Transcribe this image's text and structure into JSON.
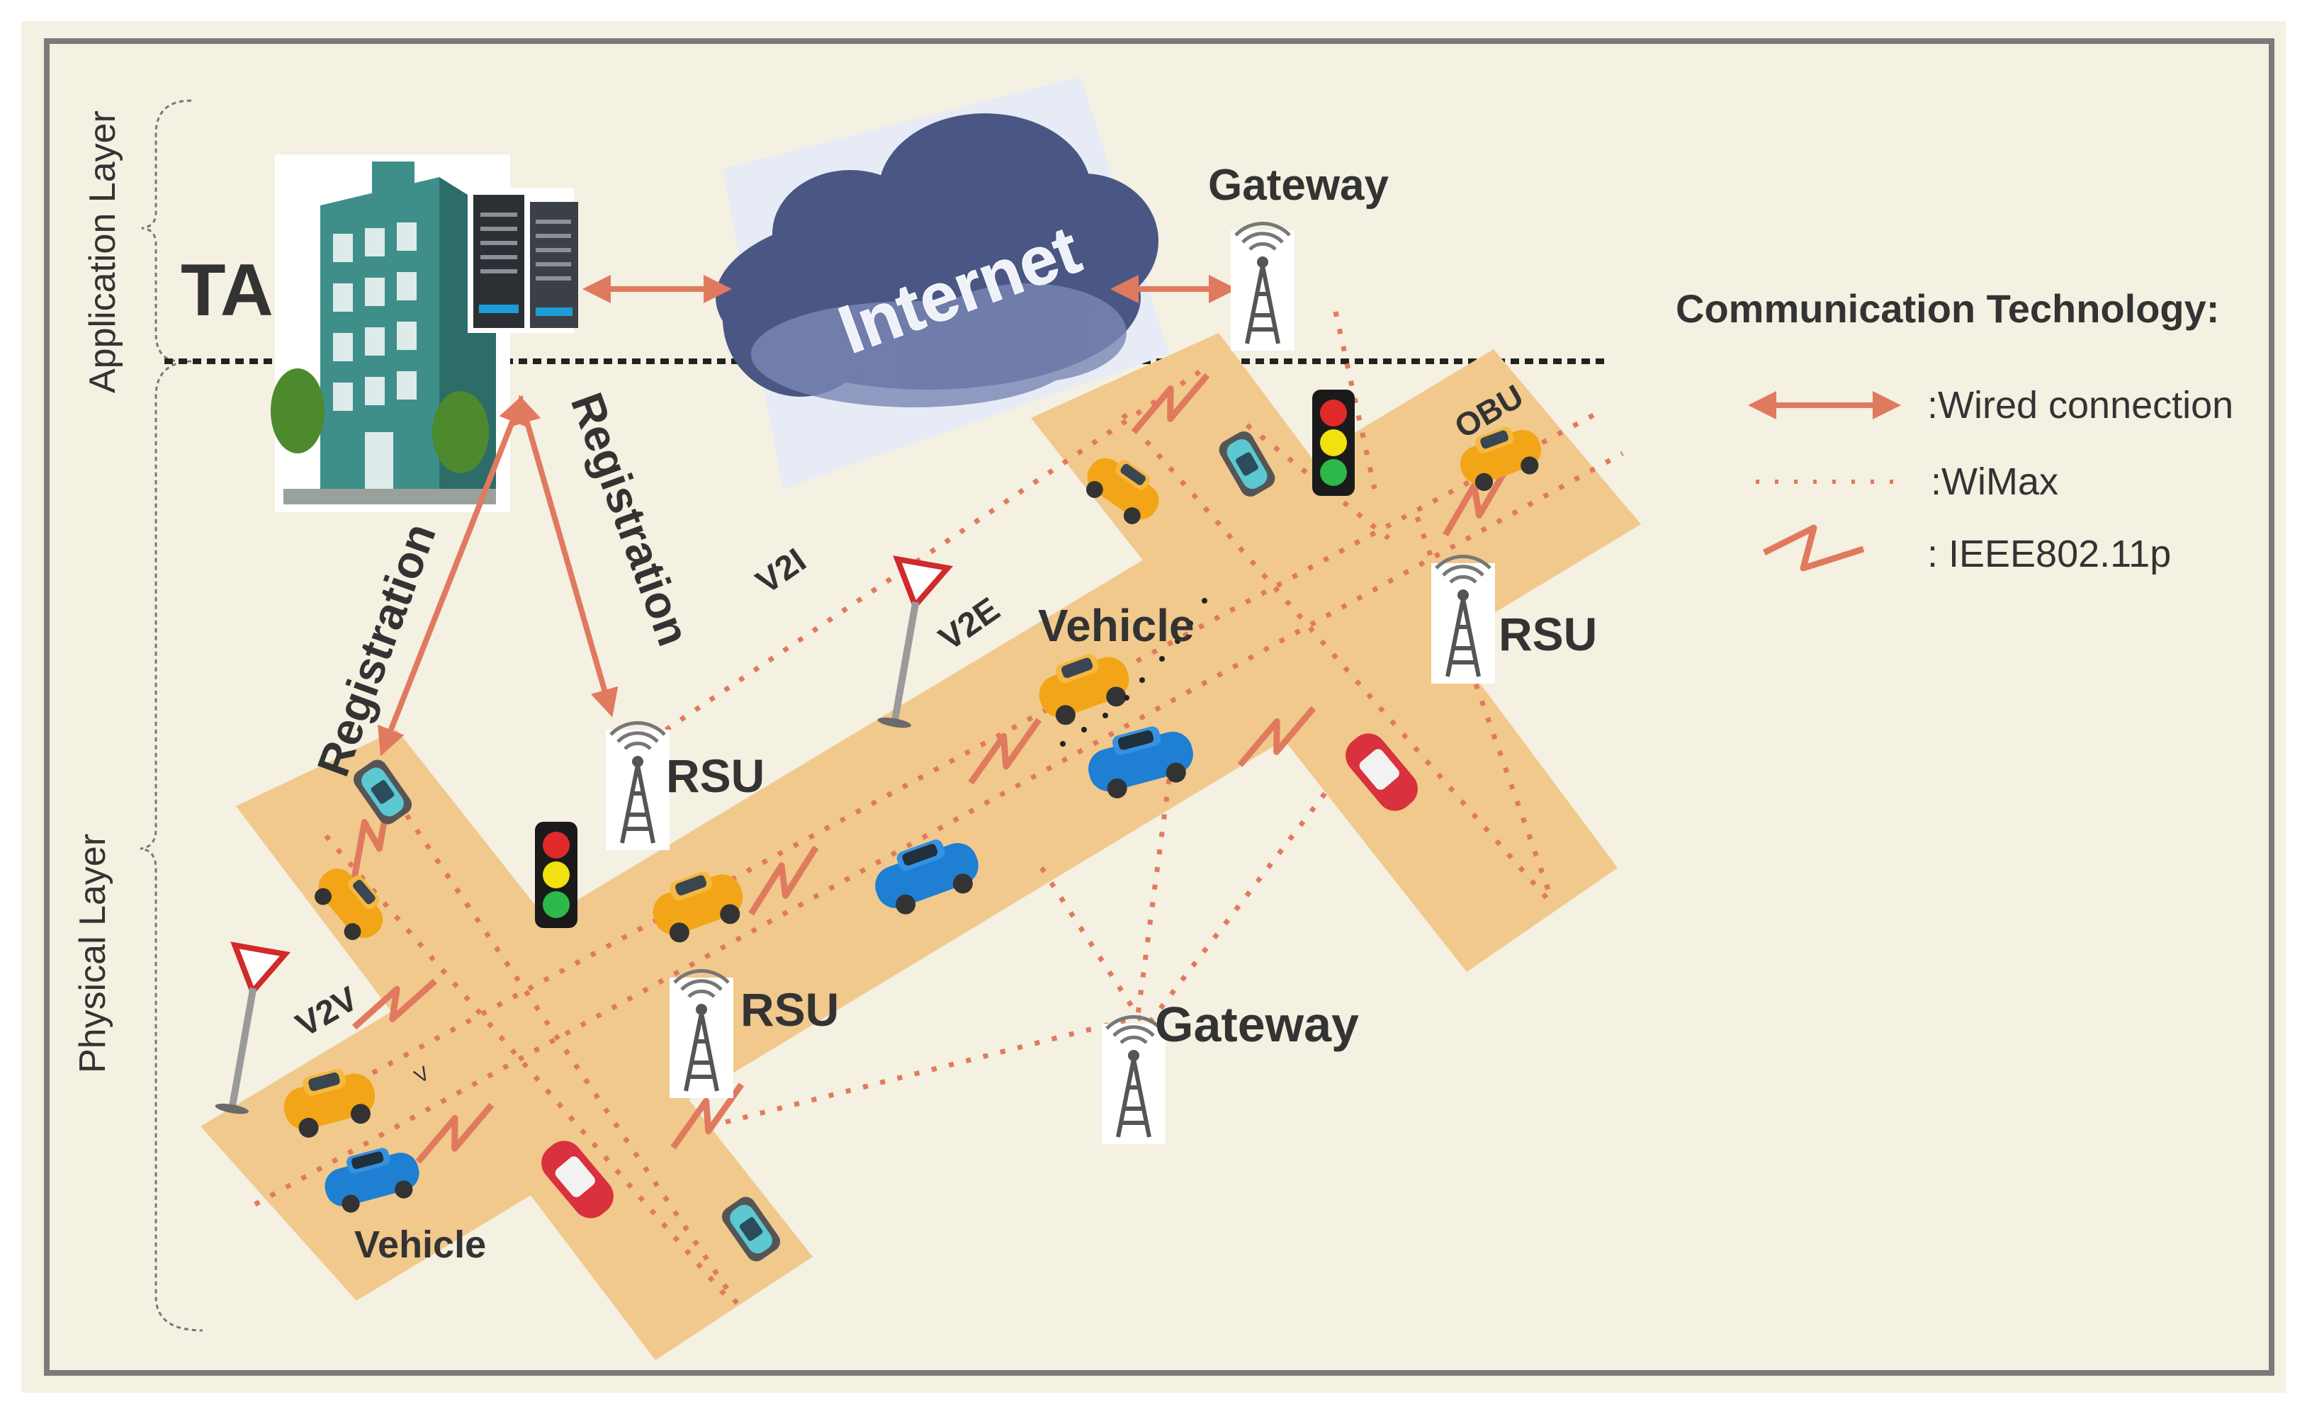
{
  "layers": {
    "application": "Application Layer",
    "physical": "Physical Layer"
  },
  "nodes": {
    "ta": "TA",
    "internet": "Internet",
    "gateway_top": "Gateway",
    "gateway_bottom": "Gateway",
    "rsu_right": "RSU",
    "rsu_middle": "RSU",
    "rsu_lower": "RSU",
    "vehicle_top": "Vehicle",
    "vehicle_bottom": "Vehicle",
    "obu": "OBU"
  },
  "edges": {
    "registration_left": "Registration",
    "registration_right": "Registration",
    "v2i": "V2I",
    "v2e": "V2E",
    "v2v": "V2V",
    "v_small": "V"
  },
  "legend": {
    "title": "Communication Technology:",
    "items": [
      {
        "label": ":Wired connection",
        "icon": "double-arrow-icon"
      },
      {
        "label": ":WiMax",
        "icon": "dotted-line-icon"
      },
      {
        "label": ": IEEE802.11p",
        "icon": "zigzag-icon"
      }
    ]
  },
  "colors": {
    "background": "#f4f0e2",
    "road": "#f1c98c",
    "link": "#e07a5f",
    "frame": "#7a7a7a",
    "cloud": "#4a5683",
    "cloud_panel": "#e7ebf5"
  }
}
